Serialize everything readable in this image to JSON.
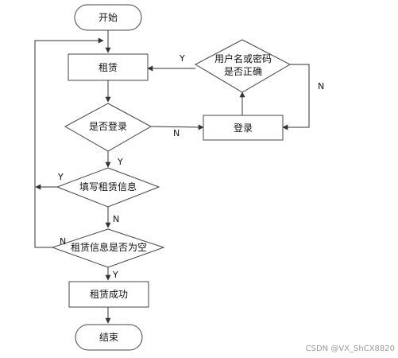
{
  "nodes": {
    "start": "开始",
    "rent": "租赁",
    "is_logged_in": "是否登录",
    "login": "登录",
    "check_credentials_line1": "用户名或密码",
    "check_credentials_line2": "是否正确",
    "fill_info": "填写租赁信息",
    "info_empty": "租赁信息是否为空",
    "rent_success": "租赁成功",
    "end": "结束"
  },
  "edge_labels": {
    "credentials_yes": "Y",
    "credentials_no": "N",
    "logged_in_yes": "Y",
    "logged_in_no": "N",
    "fill_yes": "Y",
    "fill_no": "N",
    "empty_yes": "Y",
    "empty_no": "N"
  },
  "watermark": "CSDN @VX_ShCX8820"
}
